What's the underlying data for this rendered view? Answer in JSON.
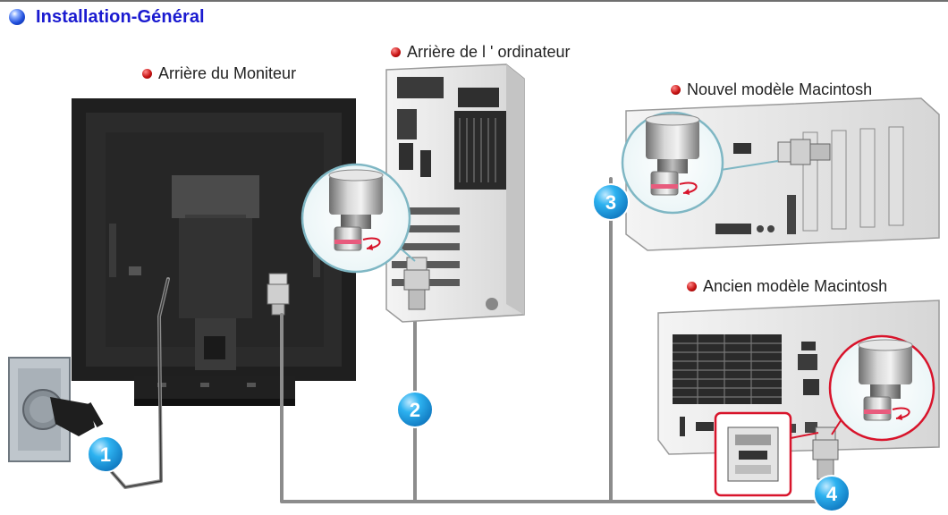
{
  "header": {
    "title": "Installation-Général"
  },
  "labels": {
    "monitor_back": "Arrière du Moniteur",
    "computer_back": "Arrière de l ' ordinateur",
    "new_mac": "Nouvel modèle Macintosh",
    "old_mac": "Ancien modèle Macintosh"
  },
  "steps": [
    "1",
    "2",
    "3",
    "4"
  ],
  "colors": {
    "title": "#1a1ad0",
    "badge": "#1fa2e6",
    "label_dot": "#c81414",
    "cable": "#8c8c8c"
  },
  "icons": [
    "title-bullet-icon",
    "red-dot-icon",
    "power-socket-icon",
    "vga-connector-icon",
    "mac-adapter-icon",
    "screw-tighten-zoom-icon"
  ]
}
